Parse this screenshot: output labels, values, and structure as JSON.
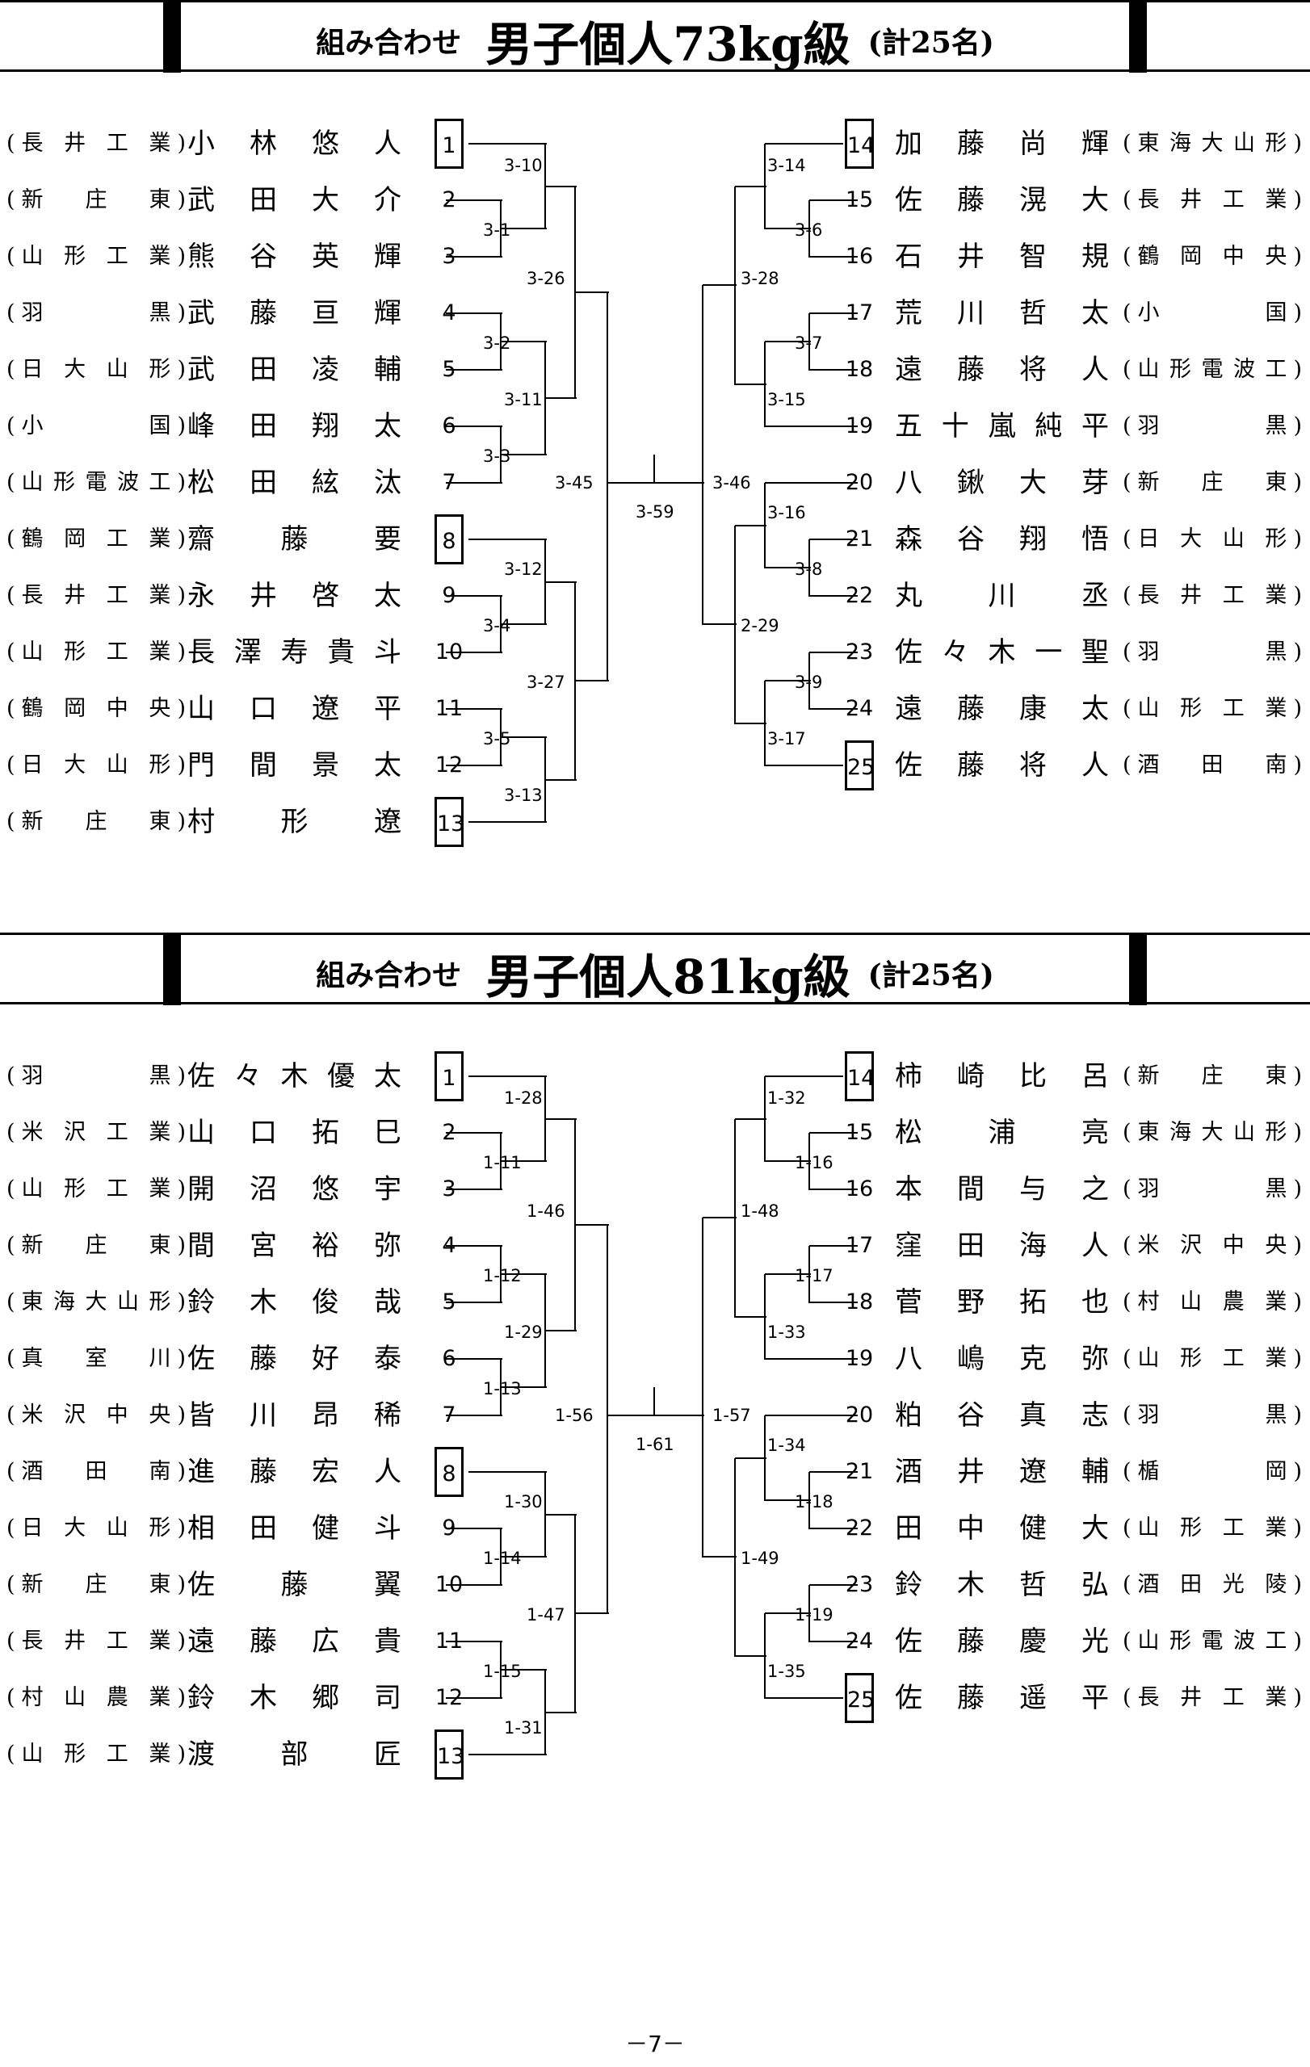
{
  "page_number": "－7－",
  "sections": [
    {
      "title_prefix": "組み合わせ",
      "title_main": "男子個人73kg級",
      "title_total": "(計25名)",
      "left": [
        {
          "no": "1",
          "boxed": true,
          "school": "長井工業",
          "name": "小林悠人"
        },
        {
          "no": "2",
          "boxed": false,
          "school": "新庄東",
          "name": "武田大介"
        },
        {
          "no": "3",
          "boxed": false,
          "school": "山形工業",
          "name": "熊谷英輝"
        },
        {
          "no": "4",
          "boxed": false,
          "school": "羽黒",
          "name": "武藤亘輝"
        },
        {
          "no": "5",
          "boxed": false,
          "school": "日大山形",
          "name": "武田凌輔"
        },
        {
          "no": "6",
          "boxed": false,
          "school": "小国",
          "name": "峰田翔太"
        },
        {
          "no": "7",
          "boxed": false,
          "school": "山形電波工",
          "name": "松田絃汰"
        },
        {
          "no": "8",
          "boxed": true,
          "school": "鶴岡工業",
          "name": "齋藤要"
        },
        {
          "no": "9",
          "boxed": false,
          "school": "長井工業",
          "name": "永井啓太"
        },
        {
          "no": "10",
          "boxed": false,
          "school": "山形工業",
          "name": "長澤寿貴斗"
        },
        {
          "no": "11",
          "boxed": false,
          "school": "鶴岡中央",
          "name": "山口遼平"
        },
        {
          "no": "12",
          "boxed": false,
          "school": "日大山形",
          "name": "門間景太"
        },
        {
          "no": "13",
          "boxed": true,
          "school": "新庄東",
          "name": "村形遼"
        }
      ],
      "right": [
        {
          "no": "14",
          "boxed": true,
          "school": "東海大山形",
          "name": "加藤尚輝"
        },
        {
          "no": "15",
          "boxed": false,
          "school": "長井工業",
          "name": "佐藤滉大"
        },
        {
          "no": "16",
          "boxed": false,
          "school": "鶴岡中央",
          "name": "石井智規"
        },
        {
          "no": "17",
          "boxed": false,
          "school": "小国",
          "name": "荒川哲太"
        },
        {
          "no": "18",
          "boxed": false,
          "school": "山形電波工",
          "name": "遠藤将人"
        },
        {
          "no": "19",
          "boxed": false,
          "school": "羽黒",
          "name": "五十嵐純平"
        },
        {
          "no": "20",
          "boxed": false,
          "school": "新庄東",
          "name": "八鍬大芽"
        },
        {
          "no": "21",
          "boxed": false,
          "school": "日大山形",
          "name": "森谷翔悟"
        },
        {
          "no": "22",
          "boxed": false,
          "school": "長井工業",
          "name": "丸川丞"
        },
        {
          "no": "23",
          "boxed": false,
          "school": "羽黒",
          "name": "佐々木一聖"
        },
        {
          "no": "24",
          "boxed": false,
          "school": "山形工業",
          "name": "遠藤康太"
        },
        {
          "no": "25",
          "boxed": true,
          "school": "酒田南",
          "name": "佐藤将人"
        }
      ],
      "matches": [
        "3-10",
        "3-1",
        "3-26",
        "3-2",
        "3-11",
        "3-3",
        "3-45",
        "3-12",
        "3-4",
        "3-27",
        "3-5",
        "3-13",
        "3-59",
        "3-14",
        "3-6",
        "3-28",
        "3-7",
        "3-15",
        "3-46",
        "3-16",
        "3-8",
        "2-29",
        "3-9",
        "3-17"
      ]
    },
    {
      "title_prefix": "組み合わせ",
      "title_main": "男子個人81kg級",
      "title_total": "(計25名)",
      "left": [
        {
          "no": "1",
          "boxed": true,
          "school": "羽黒",
          "name": "佐々木優太"
        },
        {
          "no": "2",
          "boxed": false,
          "school": "米沢工業",
          "name": "山口拓巳"
        },
        {
          "no": "3",
          "boxed": false,
          "school": "山形工業",
          "name": "開沼悠宇"
        },
        {
          "no": "4",
          "boxed": false,
          "school": "新庄東",
          "name": "間宮裕弥"
        },
        {
          "no": "5",
          "boxed": false,
          "school": "東海大山形",
          "name": "鈴木俊哉"
        },
        {
          "no": "6",
          "boxed": false,
          "school": "真室川",
          "name": "佐藤好泰"
        },
        {
          "no": "7",
          "boxed": false,
          "school": "米沢中央",
          "name": "皆川昂稀"
        },
        {
          "no": "8",
          "boxed": true,
          "school": "酒田南",
          "name": "進藤宏人"
        },
        {
          "no": "9",
          "boxed": false,
          "school": "日大山形",
          "name": "相田健斗"
        },
        {
          "no": "10",
          "boxed": false,
          "school": "新庄東",
          "name": "佐藤翼"
        },
        {
          "no": "11",
          "boxed": false,
          "school": "長井工業",
          "name": "遠藤広貴"
        },
        {
          "no": "12",
          "boxed": false,
          "school": "村山農業",
          "name": "鈴木郷司"
        },
        {
          "no": "13",
          "boxed": true,
          "school": "山形工業",
          "name": "渡部匠"
        }
      ],
      "right": [
        {
          "no": "14",
          "boxed": true,
          "school": "新庄東",
          "name": "柿崎比呂"
        },
        {
          "no": "15",
          "boxed": false,
          "school": "東海大山形",
          "name": "松浦亮"
        },
        {
          "no": "16",
          "boxed": false,
          "school": "羽黒",
          "name": "本間与之"
        },
        {
          "no": "17",
          "boxed": false,
          "school": "米沢中央",
          "name": "窪田海人"
        },
        {
          "no": "18",
          "boxed": false,
          "school": "村山農業",
          "name": "菅野拓也"
        },
        {
          "no": "19",
          "boxed": false,
          "school": "山形工業",
          "name": "八嶋克弥"
        },
        {
          "no": "20",
          "boxed": false,
          "school": "羽黒",
          "name": "粕谷真志"
        },
        {
          "no": "21",
          "boxed": false,
          "school": "楯岡",
          "name": "酒井遼輔"
        },
        {
          "no": "22",
          "boxed": false,
          "school": "山形工業",
          "name": "田中健大"
        },
        {
          "no": "23",
          "boxed": false,
          "school": "酒田光陵",
          "name": "鈴木哲弘"
        },
        {
          "no": "24",
          "boxed": false,
          "school": "山形電波工",
          "name": "佐藤慶光"
        },
        {
          "no": "25",
          "boxed": true,
          "school": "長井工業",
          "name": "佐藤遥平"
        }
      ],
      "matches": [
        "1-28",
        "1-11",
        "1-46",
        "1-12",
        "1-29",
        "1-13",
        "1-56",
        "1-30",
        "1-14",
        "1-47",
        "1-15",
        "1-31",
        "1-61",
        "1-32",
        "1-16",
        "1-48",
        "1-17",
        "1-33",
        "1-57",
        "1-34",
        "1-18",
        "1-49",
        "1-19",
        "1-35"
      ]
    }
  ]
}
